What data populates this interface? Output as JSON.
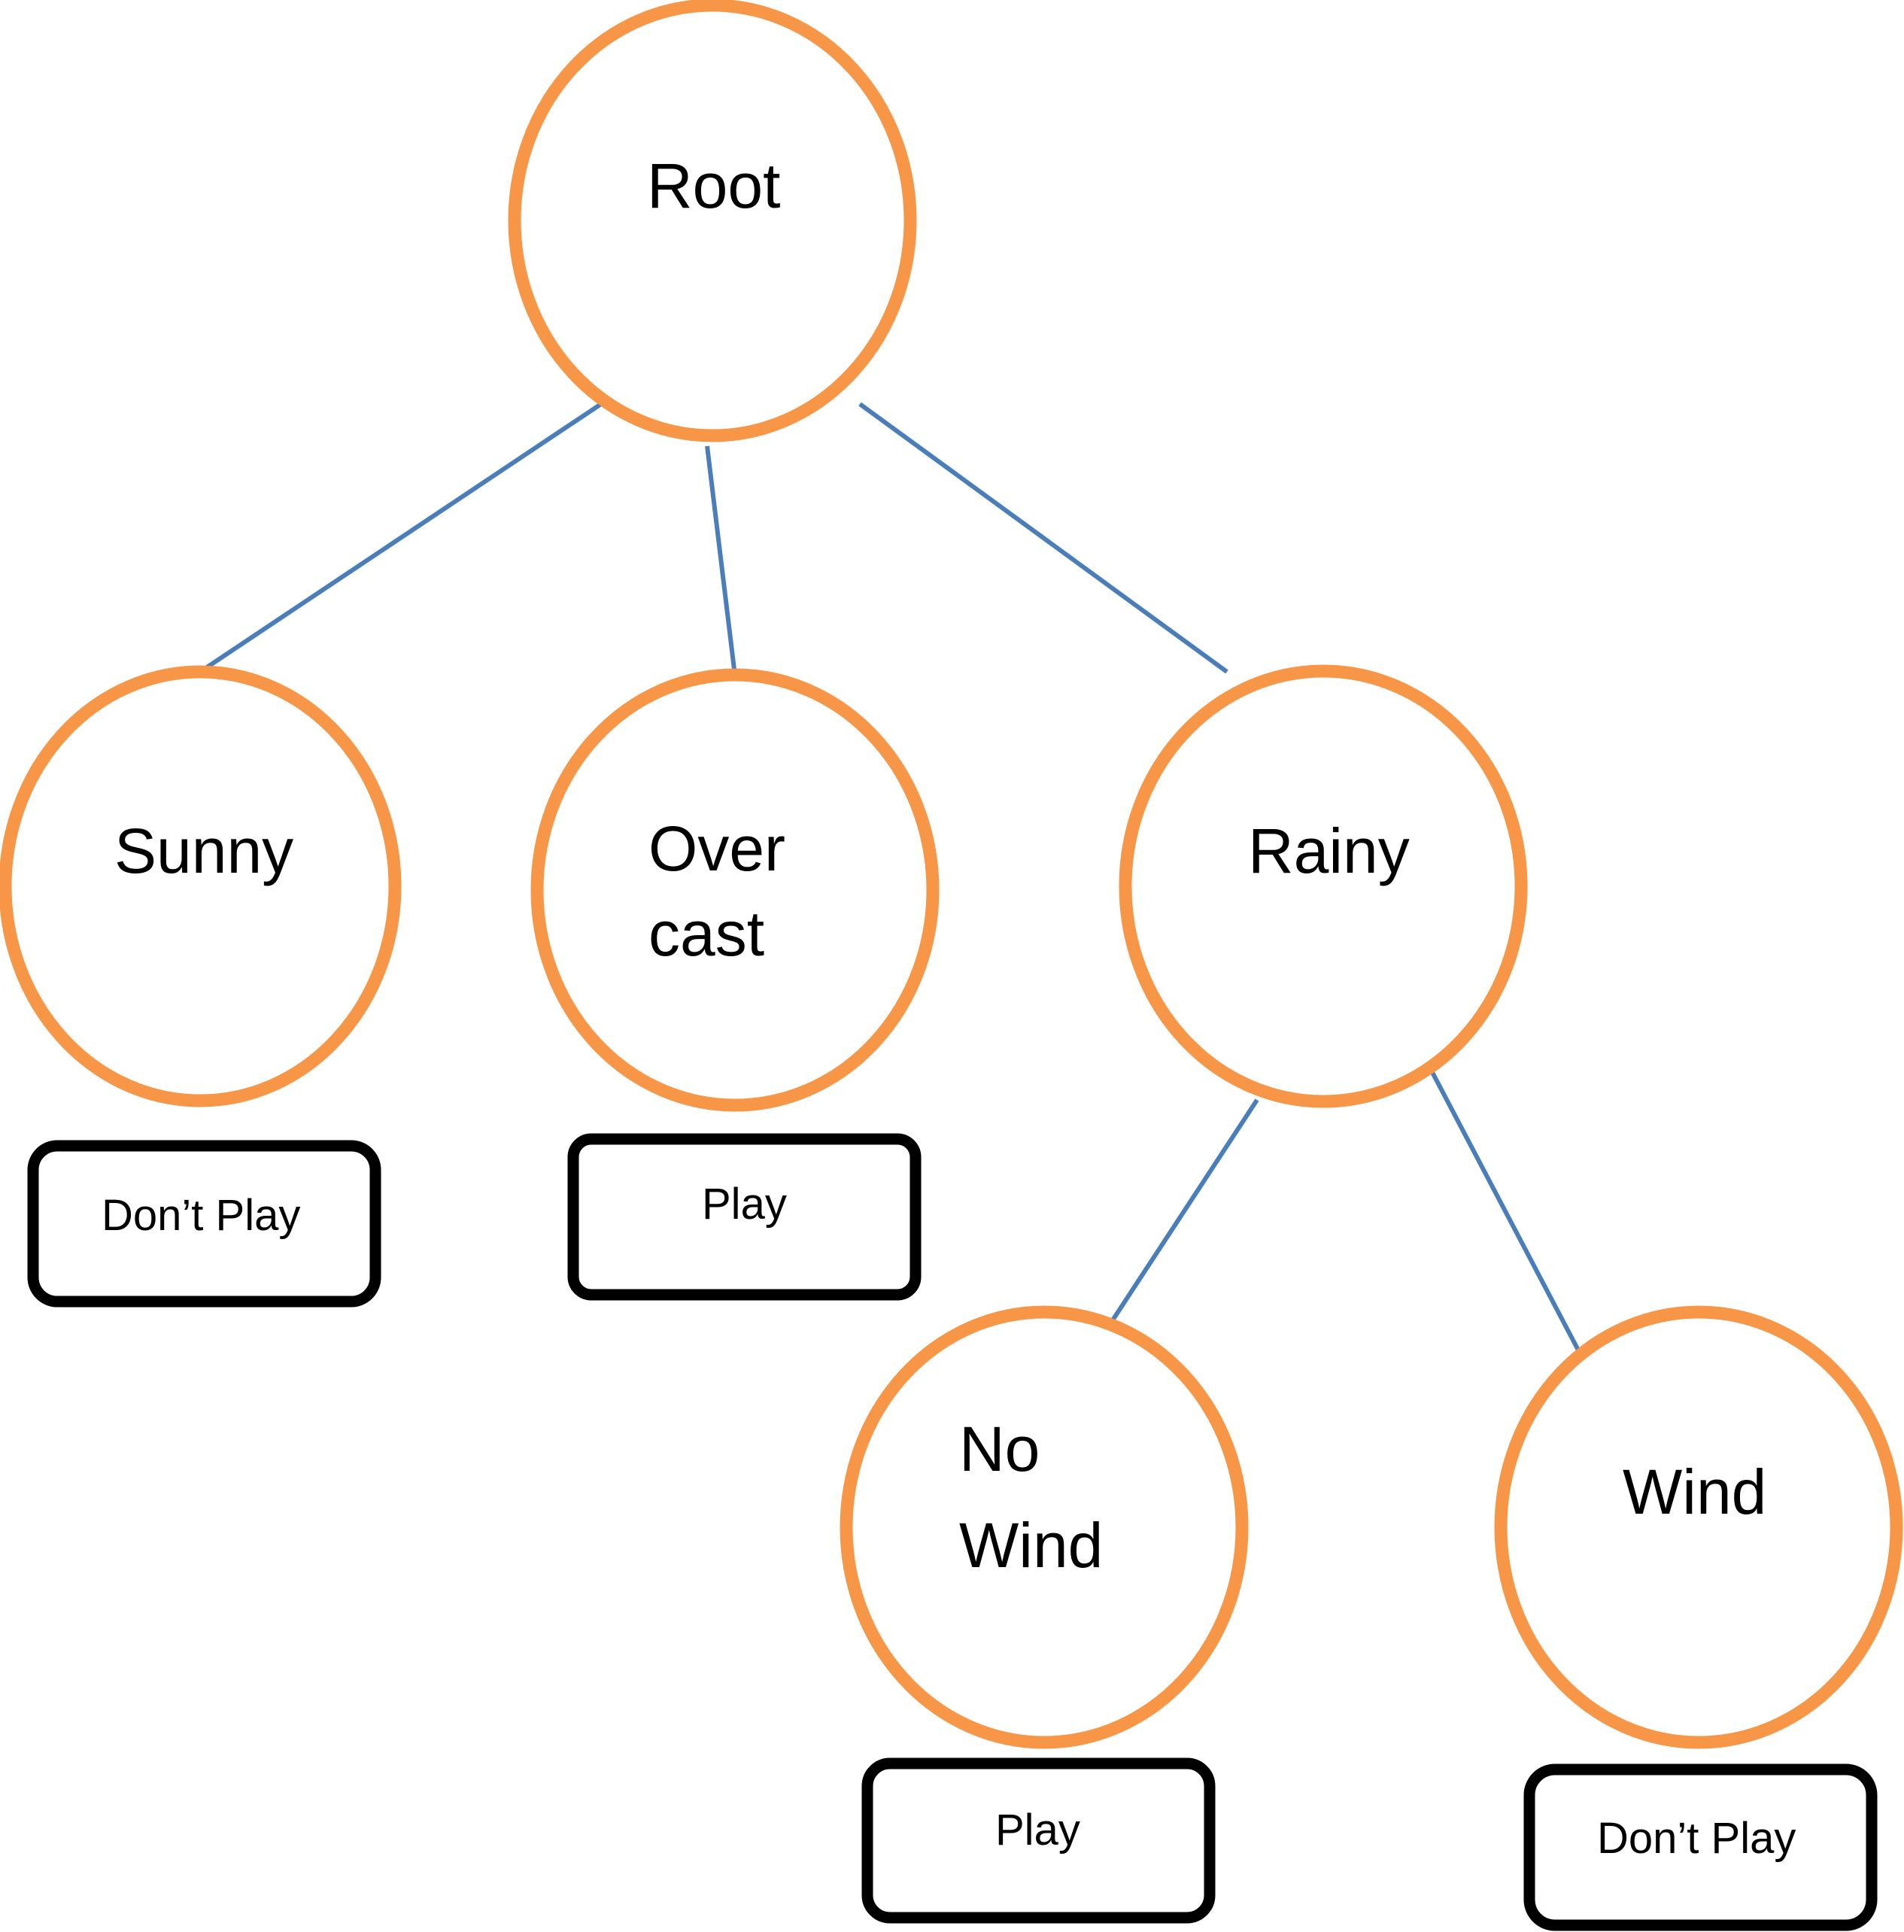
{
  "diagram": {
    "nodes": {
      "root": {
        "label": "Root"
      },
      "sunny": {
        "label": "Sunny"
      },
      "overcast": {
        "label_line1": "Over",
        "label_line2": "cast"
      },
      "rainy": {
        "label": "Rainy"
      },
      "no_wind": {
        "label_line1": "No",
        "label_line2": "Wind"
      },
      "wind": {
        "label": "Wind"
      }
    },
    "leaves": {
      "sunny": {
        "label": "Don’t Play"
      },
      "overcast": {
        "label": "Play"
      },
      "no_wind": {
        "label": "Play"
      },
      "wind": {
        "label": "Don’t Play"
      }
    },
    "colors": {
      "node_outline": "#f79646",
      "edge": "#4a7ebb",
      "leaf_outline": "#000000"
    }
  }
}
